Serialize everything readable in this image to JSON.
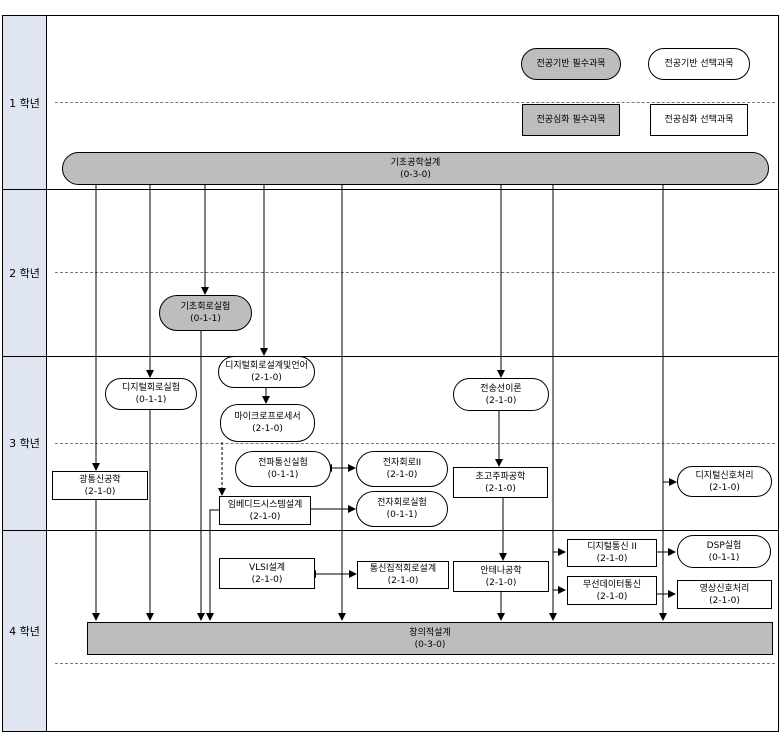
{
  "years": [
    "1 학년",
    "2 학년",
    "3 학년",
    "4 학년"
  ],
  "legend": {
    "core_required": "전공기반 필수과목",
    "core_elective": "전공기반 선택과목",
    "adv_required": "전공심화 필수과목",
    "adv_elective": "전공심화 선택과목"
  },
  "courses": {
    "intro_design": {
      "title": "기초공학설계",
      "credits": "(0-3-0)"
    },
    "basic_circuit_lab": {
      "title": "기초회로실험",
      "credits": "(0-1-1)"
    },
    "digital_circuit_lab": {
      "title": "디지털회로실험",
      "credits": "(0-1-1)"
    },
    "digital_circuit_design_lang": {
      "title": "디지털회로설계및언어",
      "credits": "(2-1-0)"
    },
    "microprocessor": {
      "title": "마이크로프로세서",
      "credits": "(2-1-0)"
    },
    "transmission_line": {
      "title": "전송선이론",
      "credits": "(2-1-0)"
    },
    "optical_comm": {
      "title": "광통신공학",
      "credits": "(2-1-0)"
    },
    "em_comm_lab": {
      "title": "전파통신실험",
      "credits": "(0-1-1)"
    },
    "electronic_circuit2": {
      "title": "전자회로II",
      "credits": "(2-1-0)"
    },
    "microwave": {
      "title": "초고주파공학",
      "credits": "(2-1-0)"
    },
    "digital_signal_proc": {
      "title": "디지털신호처리",
      "credits": "(2-1-0)"
    },
    "embedded_system": {
      "title": "임베디드시스템설계",
      "credits": "(2-1-0)"
    },
    "electronic_circuit_lab": {
      "title": "전자회로실험",
      "credits": "(0-1-1)"
    },
    "digital_comm2": {
      "title": "디지털통신 II",
      "credits": "(2-1-0)"
    },
    "dsp_lab": {
      "title": "DSP실험",
      "credits": "(0-1-1)"
    },
    "vlsi": {
      "title": "VLSI설계",
      "credits": "(2-1-0)"
    },
    "comm_ic_design": {
      "title": "통신집적회로설계",
      "credits": "(2-1-0)"
    },
    "antenna": {
      "title": "안테나공학",
      "credits": "(2-1-0)"
    },
    "wireless_data_comm": {
      "title": "무선데이터통신",
      "credits": "(2-1-0)"
    },
    "image_signal_proc": {
      "title": "영상신호처리",
      "credits": "(2-1-0)"
    },
    "creative_design": {
      "title": "창의적설계",
      "credits": "(0-3-0)"
    }
  }
}
